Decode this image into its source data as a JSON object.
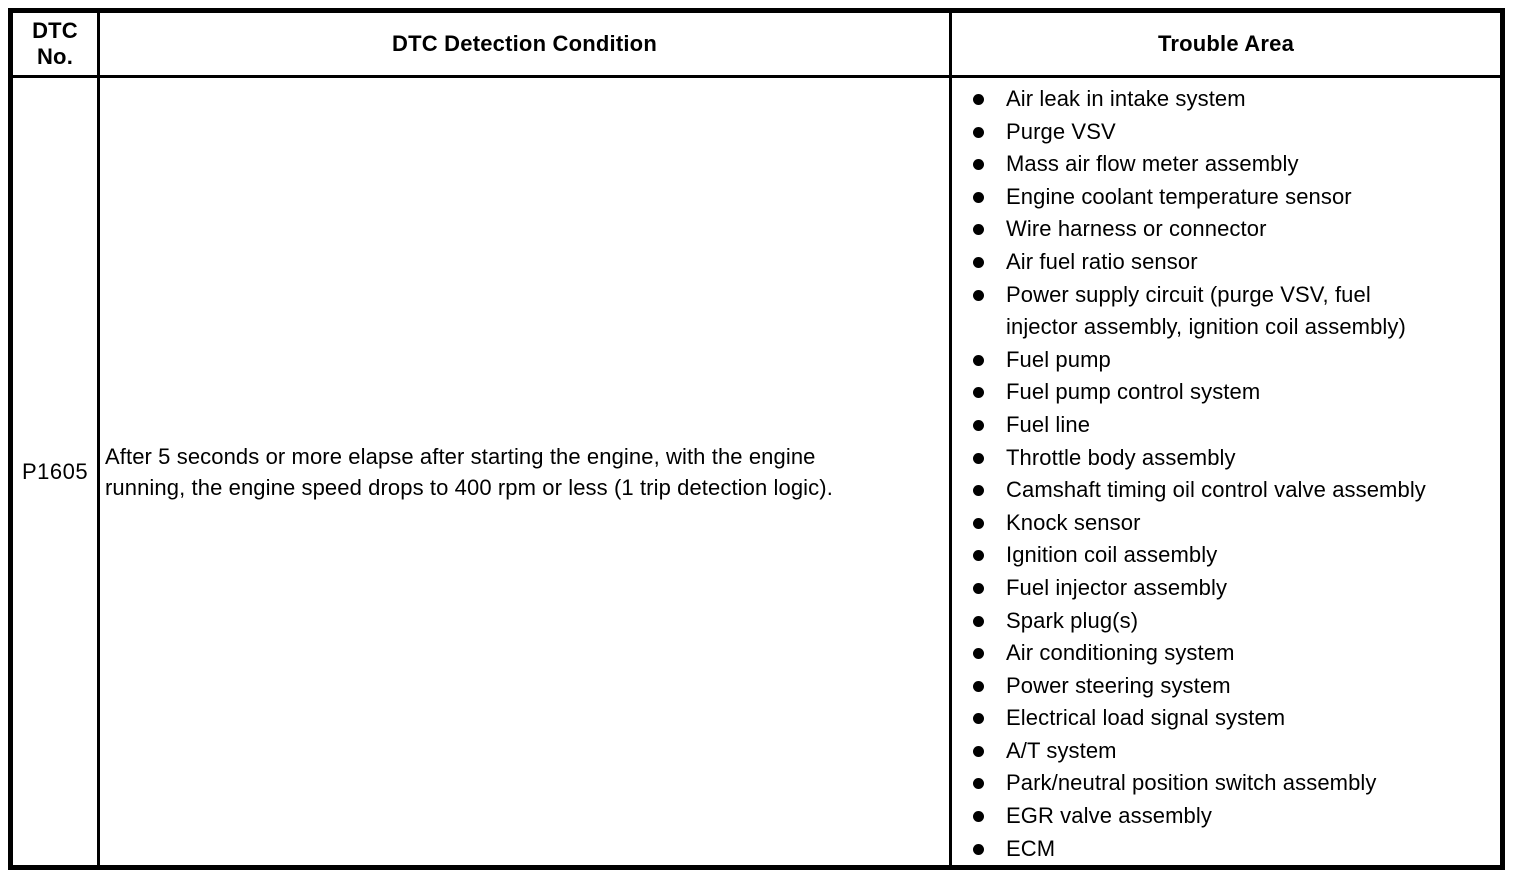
{
  "colors": {
    "background": "#ffffff",
    "border": "#000000",
    "text": "#000000"
  },
  "table": {
    "headers": {
      "dtc_no": "DTC\nNo.",
      "detection_condition": "DTC Detection Condition",
      "trouble_area": "Trouble Area"
    },
    "row": {
      "dtc_no": "P1605",
      "detection_condition": "After 5 seconds or more elapse after starting the engine, with the engine\nrunning, the engine speed drops to 400 rpm or less (1 trip detection logic).",
      "trouble_areas": [
        "Air leak in intake system",
        "Purge VSV",
        "Mass air flow meter assembly",
        "Engine coolant temperature sensor",
        "Wire harness or connector",
        "Air fuel ratio sensor",
        "Power supply circuit (purge VSV, fuel\ninjector assembly, ignition coil assembly)",
        "Fuel pump",
        "Fuel pump control system",
        "Fuel line",
        "Throttle body assembly",
        "Camshaft timing oil control valve assembly",
        "Knock sensor",
        "Ignition coil assembly",
        "Fuel injector assembly",
        "Spark plug(s)",
        "Air conditioning system",
        "Power steering system",
        "Electrical load signal system",
        "A/T system",
        "Park/neutral position switch assembly",
        "EGR valve assembly",
        "ECM"
      ]
    }
  }
}
